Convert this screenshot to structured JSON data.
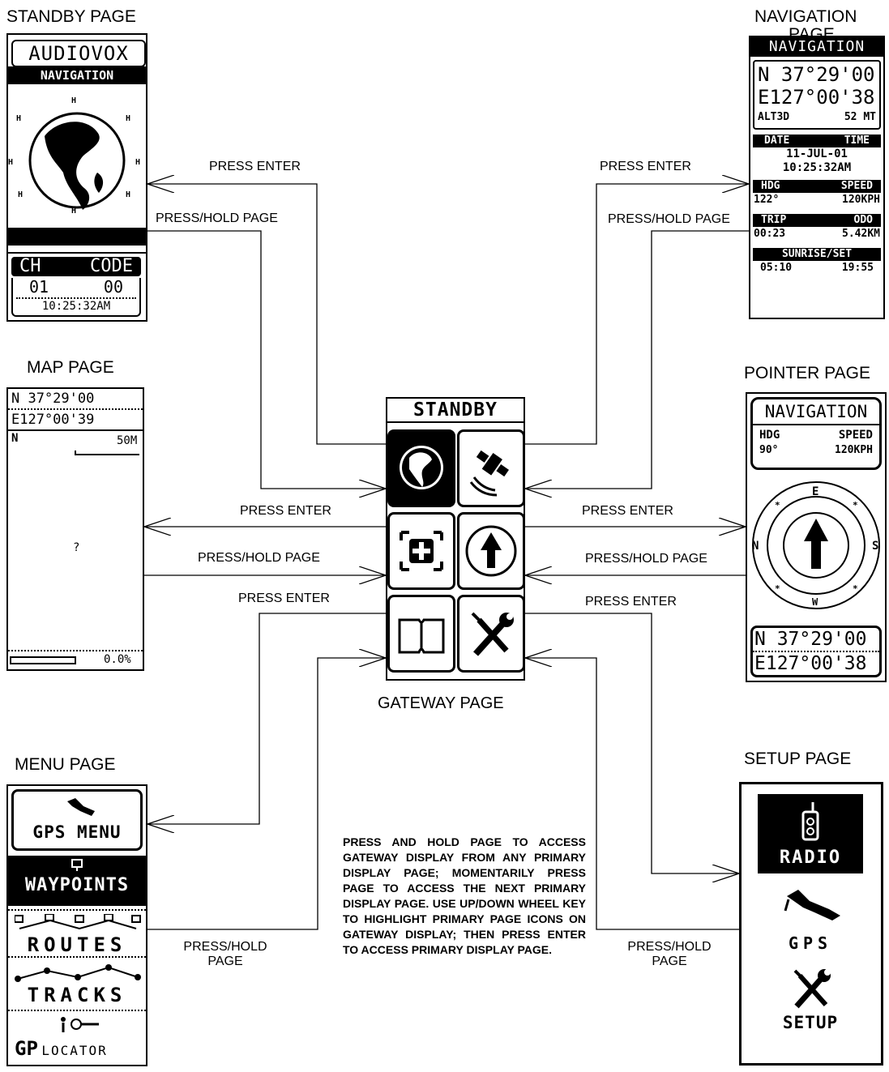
{
  "standby_page": {
    "title": "STANDBY PAGE",
    "brand": "AUDIOVOX",
    "subtitle": "NAVIGATION",
    "ch_header": "CH",
    "code_header": "CODE",
    "ch_value": "01",
    "code_value": "00",
    "time": "10:25:32AM"
  },
  "navigation_page": {
    "title_line1": "NAVIGATION",
    "title_line2": "PAGE",
    "header": "NAVIGATION",
    "lat": "N  37°29'00",
    "lon": "E127°00'38",
    "alt_label": "ALT3D",
    "alt_value": "52 MT",
    "date_label": "DATE",
    "time_label": "TIME",
    "date": "11-JUL-01",
    "time": "10:25:32AM",
    "hdg_label": "HDG",
    "speed_label": "SPEED",
    "hdg": "122°",
    "speed": "120KPH",
    "trip_label": "TRIP",
    "odo_label": "ODO",
    "trip": "00:23",
    "odo": "5.42KM",
    "sun_label": "SUNRISE/SET",
    "sunrise": "05:10",
    "sunset": "19:55"
  },
  "map_page": {
    "title": "MAP PAGE",
    "lat": "N  37°29'00",
    "lon": "E127°00'39",
    "north": "N",
    "scale": "50M",
    "marker": "?",
    "zoom": "0.0%"
  },
  "pointer_page": {
    "title": "POINTER PAGE",
    "header": "NAVIGATION",
    "hdg_label": "HDG",
    "speed_label": "SPEED",
    "hdg": "90°",
    "speed": "120KPH",
    "compass_e": "E",
    "compass_n": "N",
    "compass_s": "S",
    "compass_w": "W",
    "lat": "N  37°29'00",
    "lon": "E127°00'38"
  },
  "gateway": {
    "header": "STANDBY",
    "caption": "GATEWAY PAGE"
  },
  "menu_page": {
    "title": "MENU PAGE",
    "gps_menu": "GPS MENU",
    "waypoints": "WAYPOINTS",
    "routes": "ROUTES",
    "tracks": "TRACKS",
    "gp": "GP",
    "locator": "LOCATOR"
  },
  "setup_page": {
    "title": "SETUP PAGE",
    "radio": "RADIO",
    "gps": "GPS",
    "setup": "SETUP"
  },
  "labels": {
    "press_enter": "PRESS ENTER",
    "press_hold_page": "PRESS/HOLD PAGE",
    "press_hold_page_mixed": "PRESS/HOLD PAGE",
    "press_hold": "PRESS/HOLD",
    "page": "PAGE"
  },
  "note": "PRESS AND HOLD PAGE TO ACCESS GATEWAY DISPLAY FROM ANY PRIMARY DISPLAY PAGE; MOMENTARILY PRESS PAGE TO ACCESS THE NEXT PRIMARY DISPLAY PAGE. USE UP/DOWN WHEEL KEY TO HIGHLIGHT PRIMARY PAGE ICONS ON GATEWAY DISPLAY; THEN PRESS ENTER TO ACCESS PRIMARY DISPLAY PAGE."
}
